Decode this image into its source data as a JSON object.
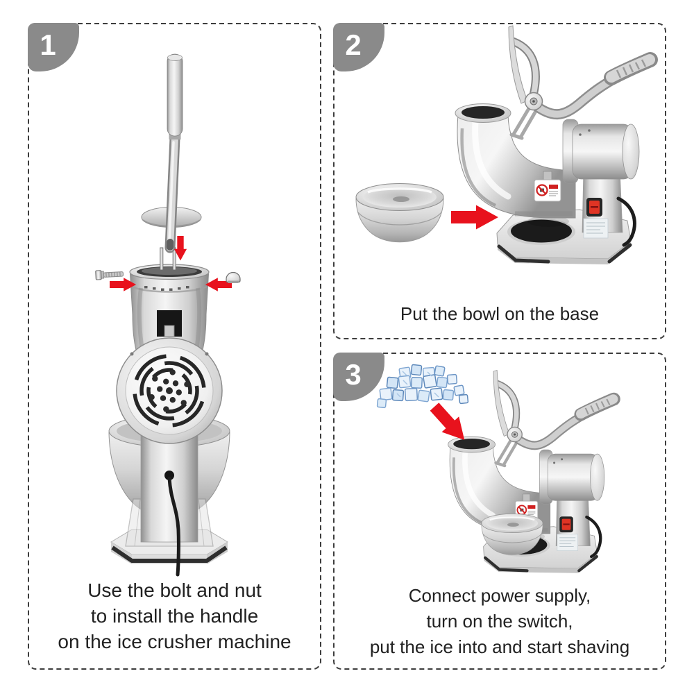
{
  "panels": [
    {
      "number": "1",
      "caption_lines": [
        "Use the bolt and nut",
        "to install the handle",
        "on the ice crusher machine"
      ],
      "illustration": "ice-crusher-front-view-handle-bolt-nut-arrows"
    },
    {
      "number": "2",
      "caption_lines": [
        "Put the bowl on the base"
      ],
      "illustration": "bowl-and-ice-shaver-side-view-arrow"
    },
    {
      "number": "3",
      "caption_lines": [
        "Connect power supply,",
        "turn on the switch,",
        "put the ice into and start shaving"
      ],
      "illustration": "ice-cubes-into-ice-shaver-with-bowl"
    }
  ],
  "colors": {
    "background": "#ffffff",
    "badge_gray": "#8a8a8a",
    "badge_number": "#ffffff",
    "border_dash": "#3d3d3d",
    "caption_text": "#212121",
    "arrow_red": "#e8121d",
    "switch_red": "#e03424",
    "ice_blue": "#7fa6d2",
    "steel_light": "#f2f2f2",
    "steel_dark": "#8a8a8a"
  }
}
